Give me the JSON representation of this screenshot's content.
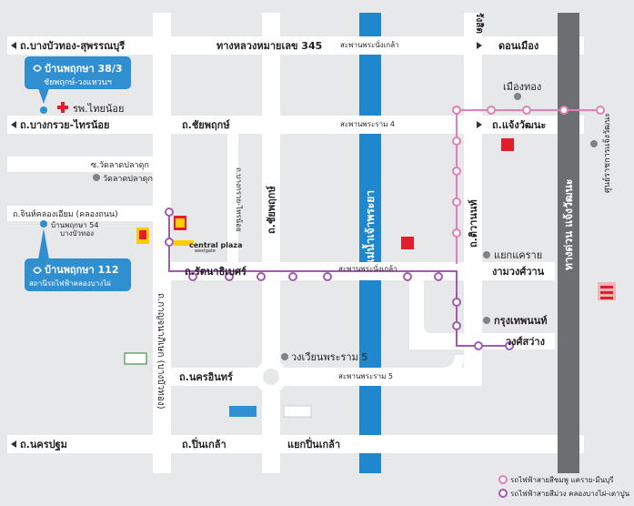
{
  "roads": {
    "top_left": "ถ.บางบัวทอง-สุพรรณบุรี",
    "top_mid": "ทางหลวงหมายเลข 345",
    "top_bridge": "สะพานพระนั่งเกล้า",
    "top_right": "ดอนเมือง",
    "rangsit": "รังสิต",
    "row2_left": "ถ.บางกรวย-ไทรน้อย",
    "row2_chaiyaphruek": "ถ.ชัยพฤกษ์",
    "rama4_bridge": "สะพานพระราม 4",
    "row2_right": "ถ.แจ้งวัฒนะ",
    "wat_lad": "ซ.วัดลาดปลาดุก",
    "wat_lad_place": "วัดลาดปลาดุก",
    "jin_road": "ถ.จินห์คลองเอียม (คลองถนน)",
    "bang_kruai_sai_noi_v": "ถ.บางกรวย-ไทรน้อย",
    "chaiyaphruek_v": "ถ.ชัยพฤกษ์",
    "tiwanon": "ถ.ติวานนท์",
    "rattanathibet": "ถ.รัตนาธิเบศร์",
    "phra_nangklao_bridge": "สะพานพระนั่งเกล้า",
    "ngam_wong_wan": "งามวงศ์วาน",
    "kaen_khrai": "แยกแคราย",
    "krung_thep_non": "กรุงเทพนนท์",
    "wong_sawang": "วงศ์สว่าง",
    "rama5_circle": "วงเวียนพระราม 5",
    "nakhon_in": "ถ.นครอินทร์",
    "rama5_bridge": "สะพานพระราม 5",
    "kanchana_v": "ถ.กาญจนาภิเษก (บางบัวทอง)",
    "nakhon_pathom": "ถ.นครปฐม",
    "pin_klao": "ถ.ปิ่นเกล้า",
    "pin_klao_junction": "แยกปิ่นเกล้า",
    "mueang_thong": "เมืองทอง",
    "chaeng_center": "ศูนย์ราชการแจ้งวัฒนะ",
    "river": "แม่น้ำเจ้าพระยา",
    "expressway": "ทางด่วน แจ้งวัฒนะ",
    "hospital": "รพ.ไทยน้อย"
  },
  "callouts": {
    "project1_line1": "บ้านพฤกษา 38/3",
    "project1_line2": "ชัยพฤกษ์-วงแหวนฯ",
    "project2_line1": "บ้านพฤกษา 112",
    "project2_line2": "สถานีรถไฟฟ้าคลองบางไผ่",
    "small_project_line1": "บ้านพฤกษา 54",
    "small_project_line2": "บางบัวทอง"
  },
  "brands": {
    "central_plaza": "central plaza",
    "central_sub": "westgate"
  },
  "legend": {
    "pink_line": "รถไฟฟ้าสายสีชมพู แคราย-มีนบุรี",
    "purple_line": "รถไฟฟ้าสายสีม่วง คลองบางไผ่-เตาปูน"
  },
  "colors": {
    "road": "#ffffff",
    "river": "#1e87cd",
    "expressway": "#6d6e71",
    "callout": "#2f8fd1",
    "pink_line": "#e27fb6",
    "purple_line": "#a05bb0",
    "hospital_cross": "#e31d2b"
  },
  "icons": {
    "project_logo": "leaf-logo-icon",
    "hospital": "red-cross-icon",
    "place_marker": "gray-dot-icon",
    "arrow": "arrow-left-icon"
  }
}
